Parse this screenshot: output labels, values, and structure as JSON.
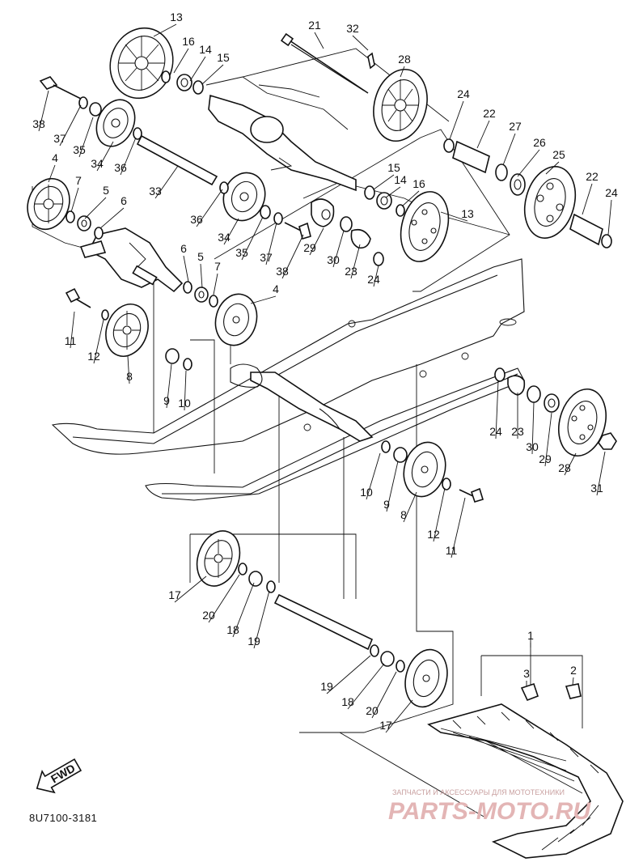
{
  "diagram": {
    "code": "8U7100-3181",
    "fwd_arrow_text": "FWD",
    "watermark_top": "ЗАПЧАСТИ И АКСЕССУАРЫ ДЛЯ МОТОТЕХНИКИ",
    "watermark_main": "PARTS-MOTO.RU",
    "callouts": [
      "13",
      "16",
      "14",
      "15",
      "21",
      "32",
      "28",
      "38",
      "37",
      "35",
      "34",
      "36",
      "33",
      "24",
      "22",
      "27",
      "26",
      "25",
      "22",
      "24",
      "4",
      "7",
      "5",
      "6",
      "15",
      "14",
      "16",
      "13",
      "36",
      "34",
      "35",
      "37",
      "38",
      "29",
      "30",
      "23",
      "24",
      "6",
      "5",
      "7",
      "4",
      "11",
      "12",
      "8",
      "9",
      "10",
      "24",
      "23",
      "30",
      "29",
      "28",
      "31",
      "10",
      "9",
      "8",
      "12",
      "11",
      "17",
      "20",
      "18",
      "19",
      "19",
      "18",
      "20",
      "17",
      "1",
      "3",
      "2"
    ]
  }
}
